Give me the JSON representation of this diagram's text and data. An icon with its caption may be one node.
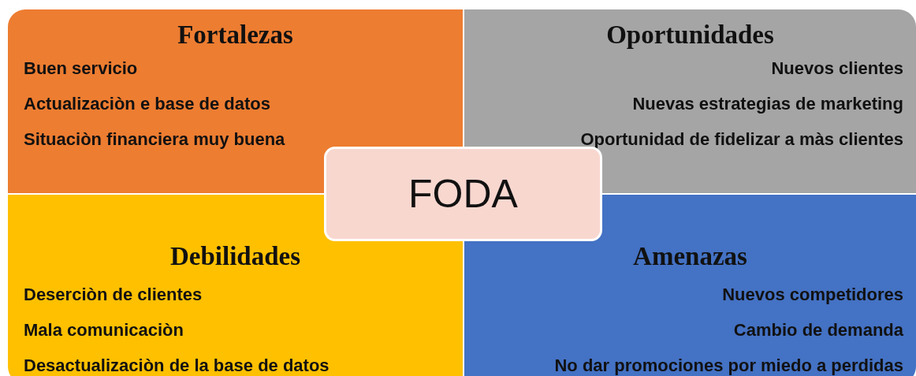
{
  "diagram": {
    "nodes": [
      {
        "text": [
          "Fortalezas",
          "Buen servicio",
          "Actualizaciòn e base de datos",
          "Situaciòn financiera muy buena"
        ]
      },
      {
        "text": [
          "Oportunidades",
          "Nuevos clientes",
          "Nuevas estrategias de marketing",
          "Oportunidad de fidelizar a màs clientes"
        ]
      },
      {
        "text": [
          "Debilidades",
          "Deserciòn de clientes",
          "Mala comunicaciòn",
          "Desactualizaciòn de la base de datos"
        ]
      },
      {
        "text": [
          "Amenazas",
          "Nuevos competidores",
          "Cambio de demanda",
          "No dar promociones por miedo a perdidas"
        ]
      },
      {
        "text": [
          "FODA"
        ]
      }
    ]
  }
}
